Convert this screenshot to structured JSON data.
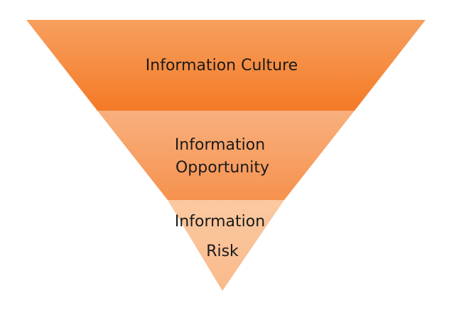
{
  "diagram": {
    "tiers": [
      {
        "id": "culture",
        "lines": [
          "Information Culture"
        ],
        "color_light": "#f7a05f",
        "color_dark": "#f47a26"
      },
      {
        "id": "opportunity",
        "lines": [
          "Information",
          "Opportunity"
        ],
        "color_light": "#f8b07e",
        "color_dark": "#f6924e"
      },
      {
        "id": "risk",
        "lines": [
          "Information",
          "Risk"
        ],
        "color_light": "#fbc9a1",
        "color_dark": "#f9ba8b"
      }
    ]
  }
}
